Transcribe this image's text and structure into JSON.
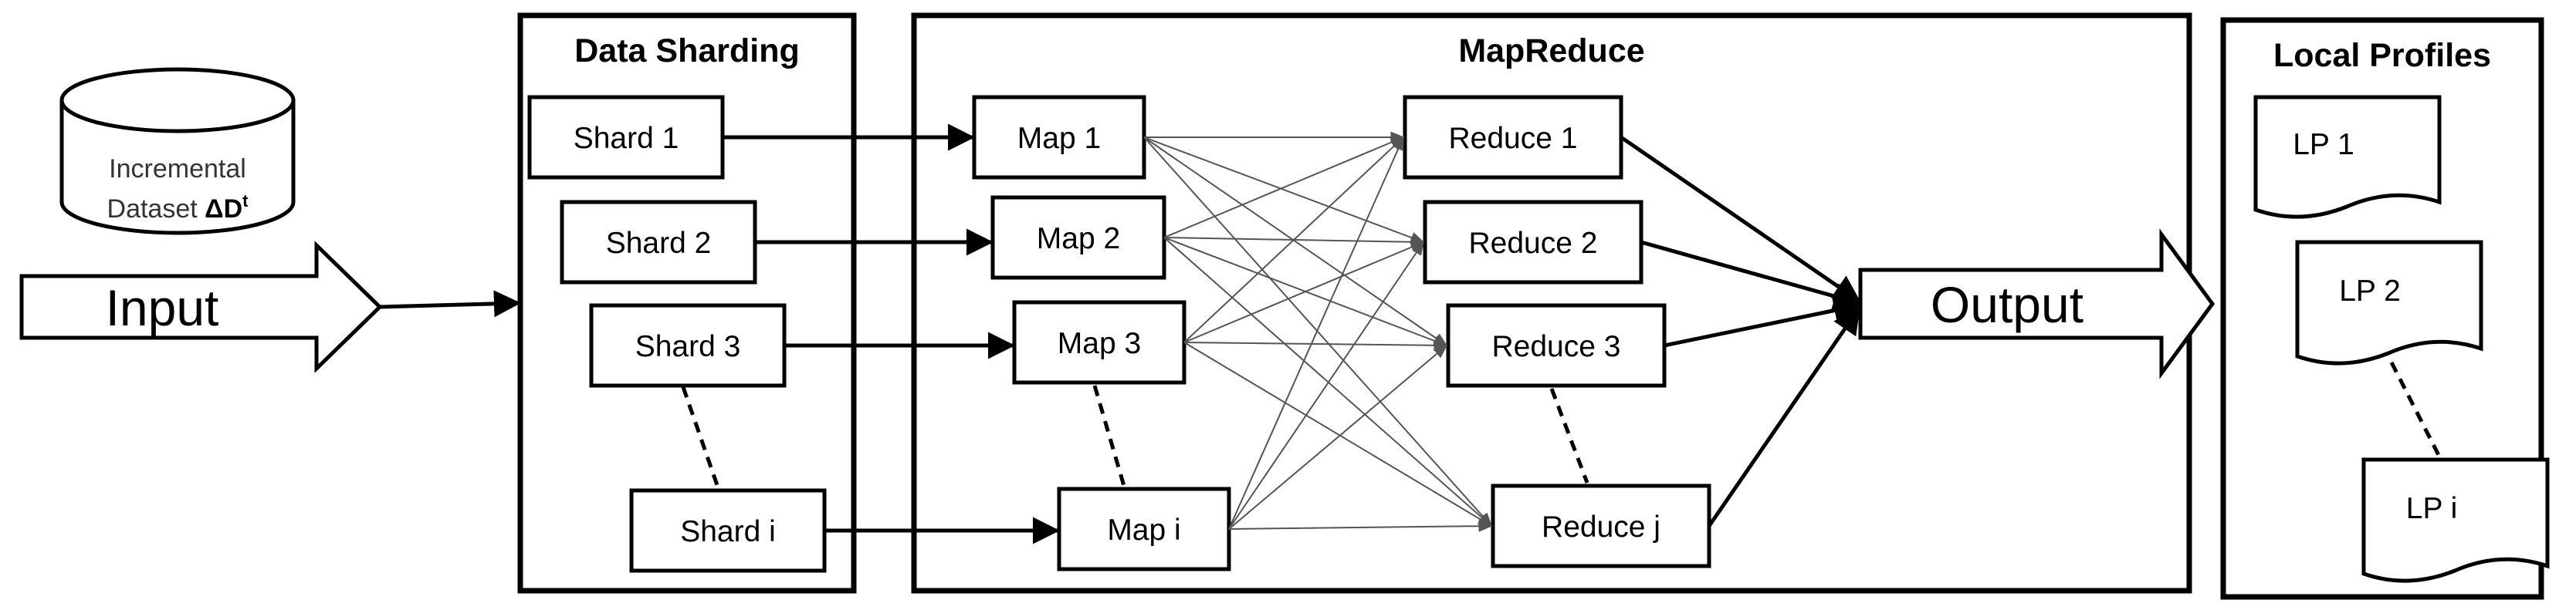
{
  "dataset": {
    "line1": "Incremental",
    "line2": "Dataset ",
    "symbol": "ΔD",
    "superscript": "t"
  },
  "input_label": "Input",
  "output_label": "Output",
  "sections": {
    "sharding": "Data Sharding",
    "mapreduce": "MapReduce",
    "profiles": "Local Profiles"
  },
  "shards": [
    "Shard 1",
    "Shard 2",
    "Shard 3",
    "Shard i"
  ],
  "maps": [
    "Map 1",
    "Map 2",
    "Map 3",
    "Map i"
  ],
  "reduces": [
    "Reduce 1",
    "Reduce 2",
    "Reduce 3",
    "Reduce j"
  ],
  "local_profiles": [
    "LP 1",
    "LP 2",
    "LP i"
  ]
}
